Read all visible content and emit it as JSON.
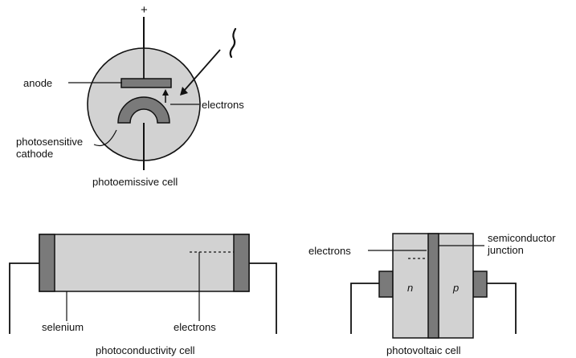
{
  "photoemissive": {
    "polarity": "+",
    "anode": "anode",
    "electrons": "electrons",
    "cathode_line1": "photosensitive",
    "cathode_line2": "cathode",
    "caption": "photoemissive cell"
  },
  "photoconductivity": {
    "selenium": "selenium",
    "electrons": "electrons",
    "caption": "photoconductivity cell"
  },
  "photovoltaic": {
    "electrons": "electrons",
    "junction_line1": "semiconductor",
    "junction_line2": "junction",
    "n_label": "n",
    "p_label": "p",
    "caption": "photovoltaic cell"
  },
  "colors": {
    "fill_light": "#d2d2d2",
    "fill_dark": "#7a7a7a",
    "ink": "#111111"
  },
  "icons": {
    "light_ray": "wavy-light-icon",
    "electron_arrow": "arrow-up-icon"
  }
}
